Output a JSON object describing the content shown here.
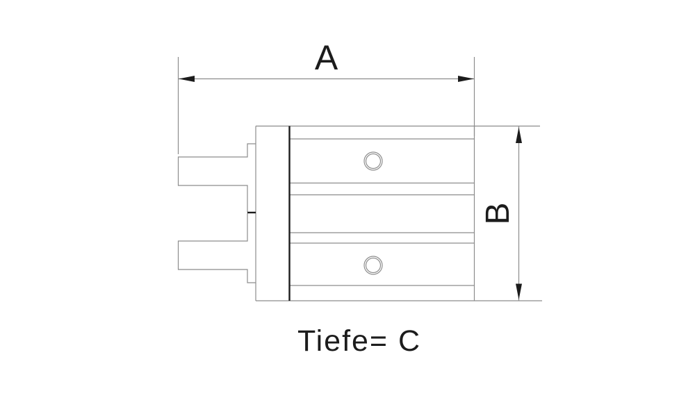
{
  "drawing": {
    "title_hint": "technical dimension drawing of gripper side view",
    "dimension_a_label": "A",
    "dimension_b_label": "B",
    "depth_label": "Tiefe= C"
  },
  "colors": {
    "thin_line": "#8c8c8c",
    "emphasis": "#1c1c1c",
    "background": "#ffffff"
  }
}
